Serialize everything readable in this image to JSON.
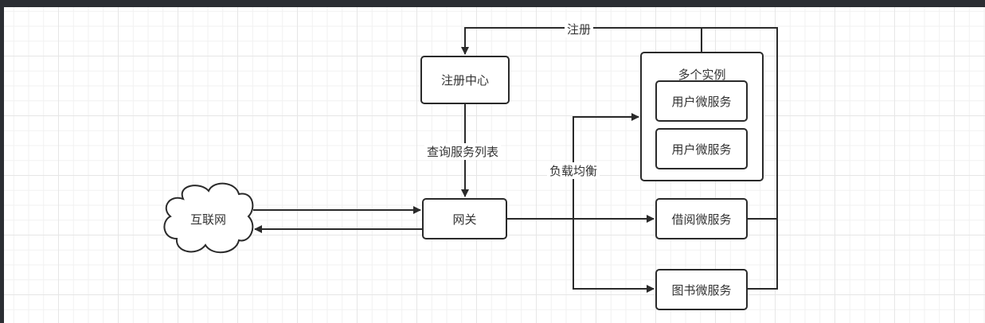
{
  "diagram": {
    "type": "microservice-architecture",
    "nodes": {
      "internet": {
        "label": "互联网",
        "shape": "cloud"
      },
      "registry": {
        "label": "注册中心",
        "shape": "rounded-rect"
      },
      "gateway": {
        "label": "网关",
        "shape": "rounded-rect"
      },
      "instances_group": {
        "label": "多个实例",
        "shape": "container"
      },
      "user_service_1": {
        "label": "用户微服务",
        "shape": "rounded-rect"
      },
      "user_service_2": {
        "label": "用户微服务",
        "shape": "rounded-rect"
      },
      "borrow_service": {
        "label": "借阅微服务",
        "shape": "rounded-rect"
      },
      "book_service": {
        "label": "图书微服务",
        "shape": "rounded-rect"
      }
    },
    "edges": [
      {
        "from": "internet",
        "to": "gateway",
        "label": ""
      },
      {
        "from": "gateway",
        "to": "internet",
        "label": ""
      },
      {
        "from": "registry",
        "to": "gateway",
        "label": "查询服务列表"
      },
      {
        "from": "gateway",
        "to": "instances_group",
        "label": "负载均衡"
      },
      {
        "from": "gateway",
        "to": "borrow_service",
        "label": ""
      },
      {
        "from": "gateway",
        "to": "book_service",
        "label": ""
      },
      {
        "from": "instances_group",
        "to": "registry",
        "label": "注册"
      },
      {
        "from": "borrow_service",
        "to": "registry",
        "label": ""
      },
      {
        "from": "book_service",
        "to": "registry",
        "label": ""
      }
    ],
    "edge_labels": {
      "register": "注册",
      "query_service_list": "查询服务列表",
      "load_balance": "负载均衡"
    },
    "colors": {
      "stroke": "#2a2a2a",
      "text": "#333333",
      "background": "#ffffff",
      "grid_minor": "#f1f1f1",
      "grid_major": "#e6e6e6",
      "frame": "#2b2e33"
    }
  }
}
